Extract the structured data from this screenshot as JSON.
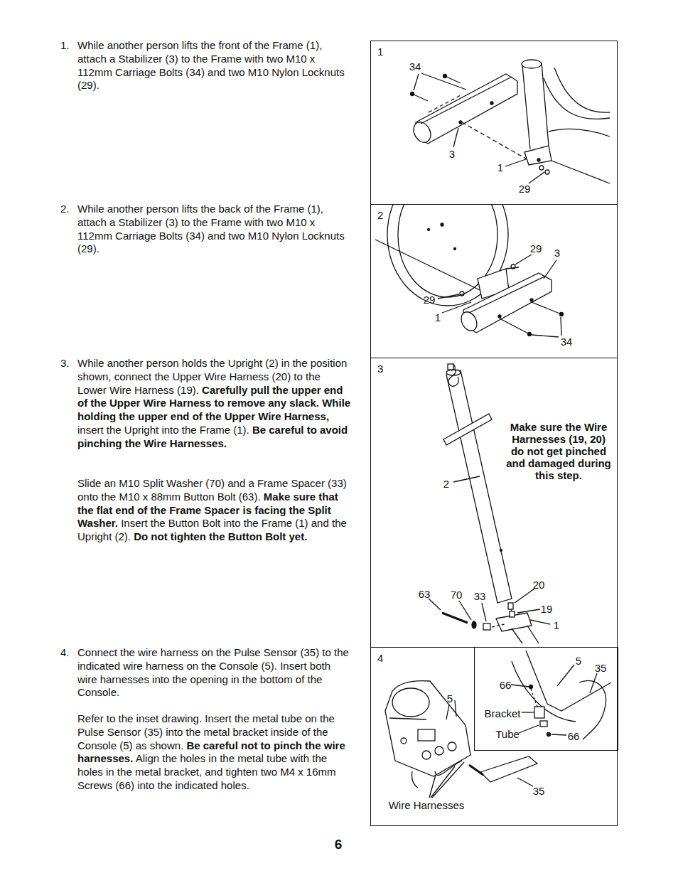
{
  "diagram": {
    "nodes": [
      {
        "text": [
          "1"
        ]
      },
      {
        "text": [
          "2"
        ]
      },
      {
        "text": [
          "3",
          "Make sure the Wire Harnesses (19, 20) do not get pinched and damaged during this step."
        ]
      },
      {
        "text": [
          "4"
        ]
      },
      {
        "text": [
          "5",
          "35",
          "66",
          "Bracket",
          "Tube",
          "66"
        ],
        "in": 3
      }
    ],
    "labels": [
      "1.",
      "While another person lifts the front of the Frame (1), attach a Stabilizer (3) to the Frame with two M10 x 112mm Carriage Bolts (34) and two M10 Nylon Locknuts (29).",
      "34",
      "3",
      "1",
      "29",
      "2.",
      "While another person lifts the back of the Frame (1), attach a Stabilizer (3) to the Frame with two M10 x 112mm Carriage Bolts (34) and two M10 Nylon Locknuts (29).",
      "29",
      "3",
      "29",
      "1",
      "34",
      "3.",
      "While another person holds the Upright (2) in the position shown, connect the Upper Wire Harness (20) to the Lower Wire Harness (19).",
      "Carefully pull the upper end of the Upper Wire Harness to remove any slack. While holding the upper end of the Upper Wire Harness,",
      "insert the Upright into the Frame (1).",
      "Be careful to avoid pinching the Wire Harnesses.",
      "Slide an M10 Split Washer (70) and a Frame Spacer (33) onto the M10 x 88mm Button Bolt (63).",
      "Make sure that the flat end of the Frame Spacer is facing the Split Washer.",
      "Insert the Button Bolt into the Frame (1) and the Upright (2).",
      "Do not tighten the Button Bolt yet.",
      "2",
      "63",
      "70",
      "33",
      "20",
      "19",
      "1",
      "4.",
      "Connect the wire harness on the Pulse Sensor (35) to the indicated wire harness on the Console (5). Insert both wire harnesses into the opening in the bottom of the Console.",
      "Refer to the inset drawing. Insert the metal tube on the Pulse Sensor (35) into the metal bracket inside of the Console (5) as shown.",
      "Be careful not to pinch the wire harnesses.",
      "Align the holes in the metal tube with the holes in the metal bracket, and tighten two M4 x 16mm Screws (66) into the indicated holes.",
      "5",
      "Wire Harnesses",
      "35",
      "6"
    ]
  }
}
